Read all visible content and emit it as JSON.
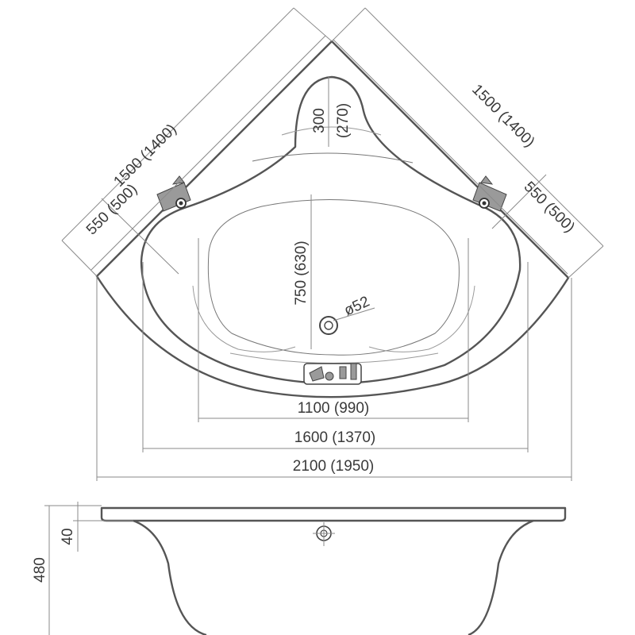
{
  "dimensions": {
    "left_side": "1500 (1400)",
    "right_side": "1500 (1400)",
    "left_edge": "550 (500)",
    "right_edge": "550 (500)",
    "seat_depth": "300",
    "seat_depth_alt": "(270)",
    "basin_depth": "750 (630)",
    "drain": "ø52",
    "inner_width": "1100 (990)",
    "middle_width": "1600 (1370)",
    "overall_width": "2100 (1950)",
    "rim_height": "40",
    "total_height": "480"
  }
}
